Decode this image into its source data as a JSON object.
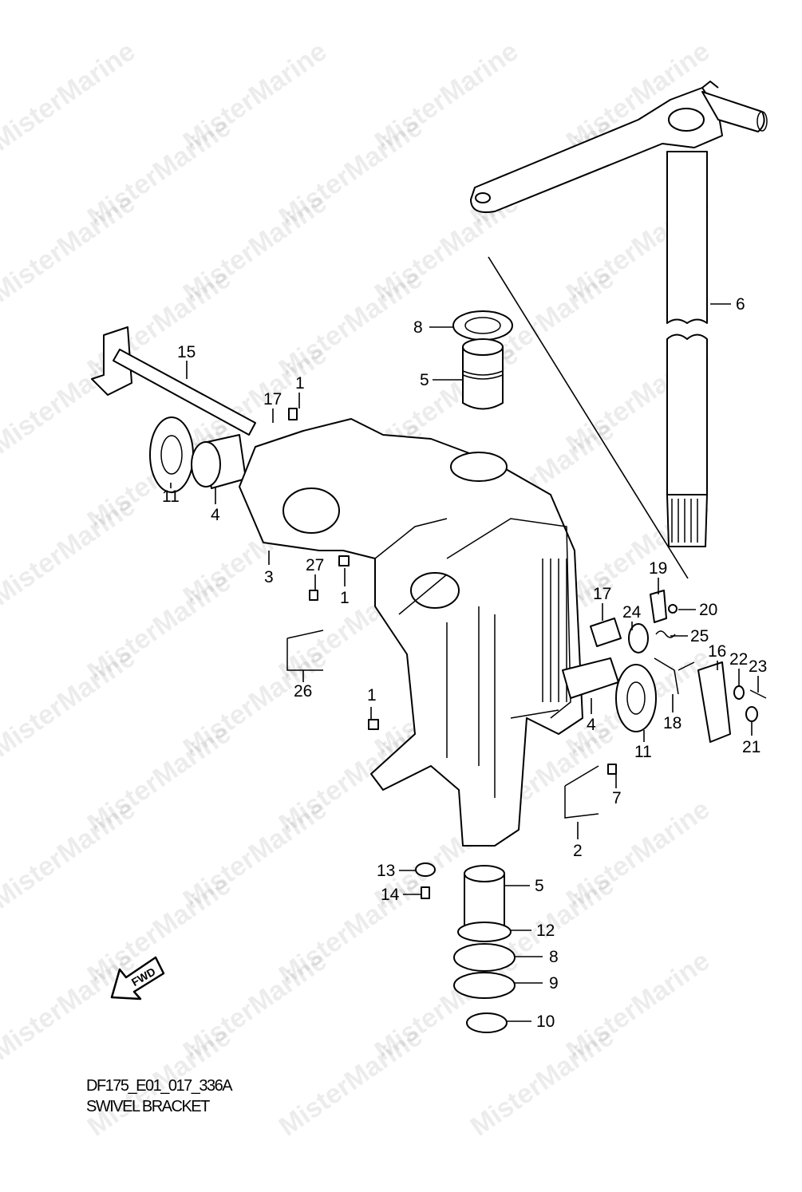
{
  "diagram": {
    "code": "DF175_E01_017_336A",
    "title": "SWIVEL BRACKET",
    "watermark": "MisterMarine",
    "fwd_label": "FWD",
    "callouts": [
      "8",
      "5",
      "6",
      "15",
      "17",
      "1",
      "11",
      "4",
      "3",
      "27",
      "1",
      "26",
      "1",
      "19",
      "17",
      "24",
      "20",
      "25",
      "16",
      "22",
      "23",
      "18",
      "4",
      "11",
      "21",
      "7",
      "2",
      "13",
      "14",
      "5",
      "12",
      "8",
      "9",
      "10"
    ]
  }
}
